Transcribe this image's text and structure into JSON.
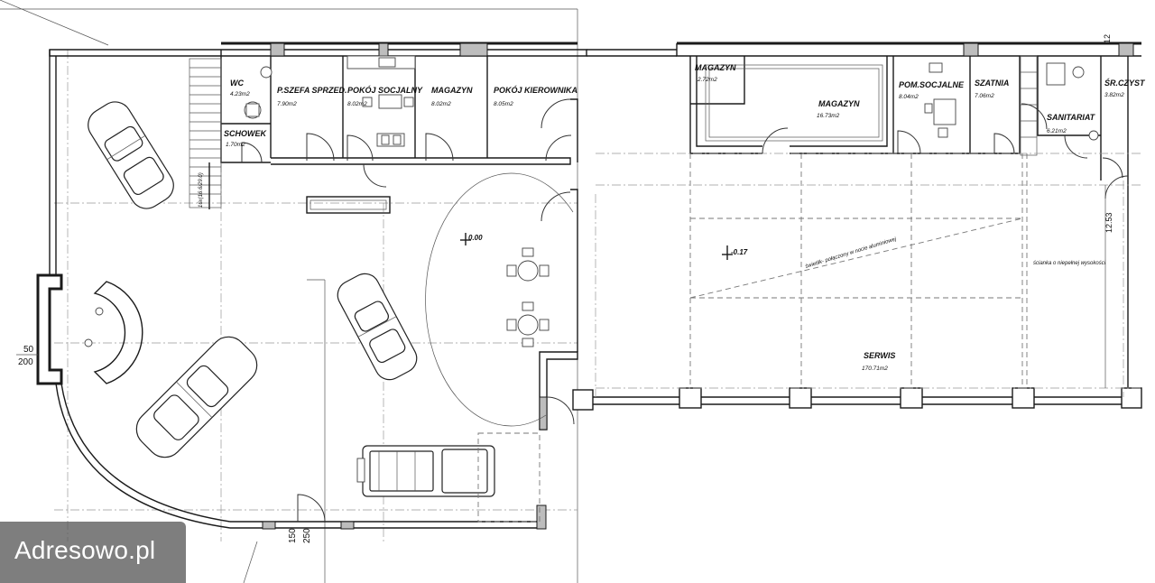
{
  "rooms": {
    "wc": {
      "name": "WC",
      "area": "4.23m2"
    },
    "schowek": {
      "name": "SCHOWEK",
      "area": "1.70m2"
    },
    "szefa": {
      "name": "P.SZEFA SPRZED.",
      "area": "7.90m2"
    },
    "socjalny": {
      "name": "POKÓJ SOCJALNY",
      "area": "8.02m2"
    },
    "magazyn_left": {
      "name": "MAGAZYN",
      "area": "8.02m2"
    },
    "kierownika": {
      "name": "POKÓJ KIEROWNIKA",
      "area": "8.05m2"
    },
    "magazyn_small": {
      "name": "MAGAZYN",
      "area": "2.72m2"
    },
    "magazyn_big": {
      "name": "MAGAZYN",
      "area": "16.73m2"
    },
    "pom_socjalne": {
      "name": "POM.SOCJALNE",
      "area": "8.04m2"
    },
    "szatnia": {
      "name": "SZATNIA",
      "area": "7.06m2"
    },
    "sanitariat": {
      "name": "SANITARIAT",
      "area": "6.21m2"
    },
    "sr_czyst": {
      "name": "ŚR.CZYST",
      "area": "3.82m2"
    },
    "serwis": {
      "name": "SERWIS",
      "area": "170.71m2"
    }
  },
  "levels": {
    "showroom": "0.00",
    "service": "-0.17"
  },
  "notes": {
    "diagonal": "świetlik- połączony w nocie aluminiowej",
    "partial_wall": "ścianka o niepełnej wysokości",
    "stairs": "16x(16.6/29.0)"
  },
  "dimensions": {
    "left_a": "50",
    "left_b": "200",
    "bottom_a": "150",
    "bottom_b": "250",
    "right_height": "12.53",
    "top_right": "12"
  },
  "watermark": "Adresowo.pl"
}
